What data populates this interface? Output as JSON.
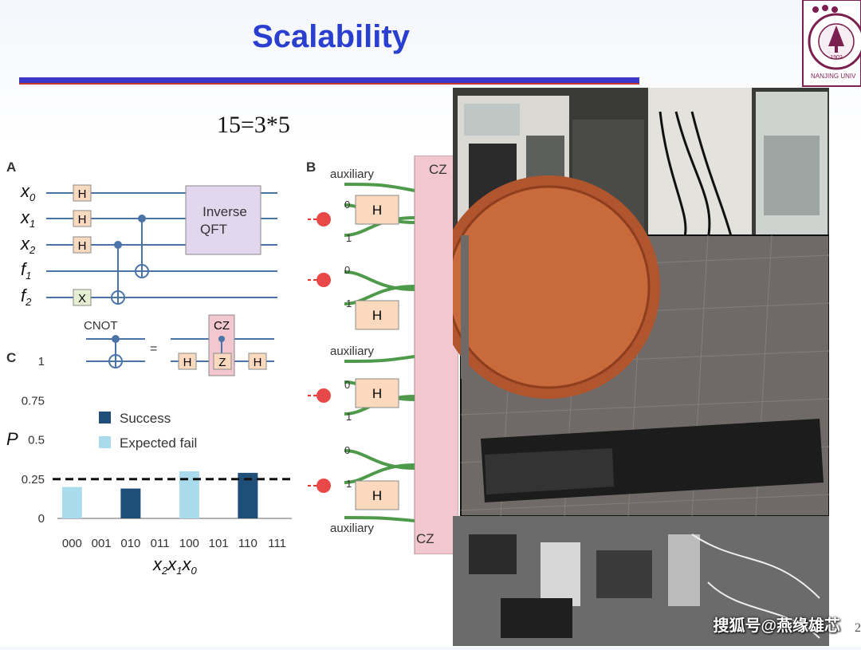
{
  "slide": {
    "title": "Scalability",
    "equation": "15=3*5",
    "page_number": "2",
    "watermark": "搜狐号@燕缘雄芯",
    "logo_year": "1902",
    "logo_text": "NANJING UNIV"
  },
  "circuit": {
    "panel_label": "A",
    "qubits": [
      {
        "sym": "x",
        "sub": "0"
      },
      {
        "sym": "x",
        "sub": "1"
      },
      {
        "sym": "x",
        "sub": "2"
      },
      {
        "sym": "f",
        "sub": "1"
      },
      {
        "sym": "f",
        "sub": "2"
      }
    ],
    "gate_h": "H",
    "gate_x": "X",
    "qft_line1": "Inverse",
    "qft_line2": "QFT",
    "cnot_label": "CNOT",
    "equals": "=",
    "cz_label": "CZ",
    "z_label": "Z"
  },
  "chip": {
    "panel_label": "B",
    "auxiliary": "auxiliary",
    "cz": "CZ",
    "h": "H",
    "port0": "0",
    "port1": "1"
  },
  "chart_data": {
    "panel_label": "C",
    "type": "bar",
    "categories": [
      "000",
      "001",
      "010",
      "011",
      "100",
      "101",
      "110",
      "111"
    ],
    "series": [
      {
        "name": "Success",
        "color": "#1f4e79",
        "values": [
          0,
          0,
          0.19,
          0,
          0,
          0,
          0.29,
          0
        ]
      },
      {
        "name": "Expected fail",
        "color": "#a9dbed",
        "values": [
          0.2,
          0,
          0,
          0,
          0.3,
          0,
          0,
          0
        ]
      }
    ],
    "ylabel": "P",
    "xlabel": "x2 x1 x0",
    "ylim": [
      0,
      1
    ],
    "yticks": [
      "0",
      "0.25",
      "0.5",
      "0.75",
      "1"
    ],
    "reference_line": 0.25,
    "legend": "top-left"
  },
  "photos": [
    {
      "desc": "lab optics equipment racks"
    },
    {
      "desc": "photonic chip next to coin 2008"
    },
    {
      "desc": "optical table with components"
    }
  ]
}
